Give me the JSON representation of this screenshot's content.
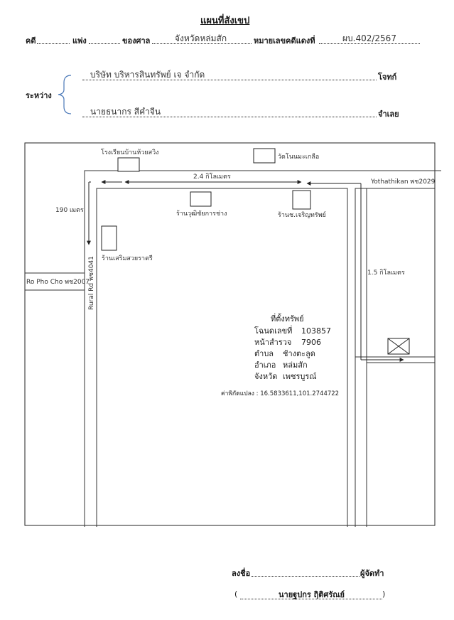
{
  "header": {
    "title": "แผนที่สังเขป",
    "case_label": "คดี",
    "case_type": "แพ่ง",
    "court_label": "ของศาล",
    "court_name": "จังหวัดหล่มสัก",
    "red_number_label": "หมายเลขคดีแดงที่",
    "red_number": "ผบ.402/2567"
  },
  "parties": {
    "between_label": "ระหว่าง",
    "plaintiff_name": "บริษัท บริหารสินทรัพย์ เจ จำกัด",
    "plaintiff_role": "โจทก์",
    "defendant_name": "นายธนากร สีคำจีน",
    "defendant_role": "จำเลย"
  },
  "map": {
    "school": "โรงเรียนบ้านห้วยสวิง",
    "temple": "วัดโนนมะเกลือ",
    "distance_top": "2.4 กิโลเมตร",
    "road_right": "Yothathikan พช2029",
    "distance_left": "190 เมตร",
    "shop_1": "ร้านวุฒิชัยการช่าง",
    "shop_2": "ร้านช.เจริญทรัพย์",
    "shop_3": "ร้านเสริมสวยราตรี",
    "road_left": "Ro Pho Cho พช2007",
    "road_vertical": "Rural Rd พช4041",
    "distance_right": "1.5 กิโลเมตร",
    "property": {
      "heading": "ที่ตั้งทรัพย์",
      "deed_label": "โฉนดเลขที่",
      "deed_value": "103857",
      "survey_label": "หน้าสำรวจ",
      "survey_value": "7906",
      "subdistrict_label": "ตำบล",
      "subdistrict_value": "ช้างตะลูด",
      "district_label": "อำเภอ",
      "district_value": "หล่มสัก",
      "province_label": "จังหวัด",
      "province_value": "เพชรบูรณ์"
    },
    "coordinates": "ค่าพิกัดแปลง : 16.5833611,101.2744722"
  },
  "signature": {
    "sign_label": "ลงชื่อ",
    "maker_label": "ผู้จัดทำ",
    "open_paren": "(",
    "name": "นายฐปกร ฤิติศรัณย์",
    "close_paren": ")"
  }
}
